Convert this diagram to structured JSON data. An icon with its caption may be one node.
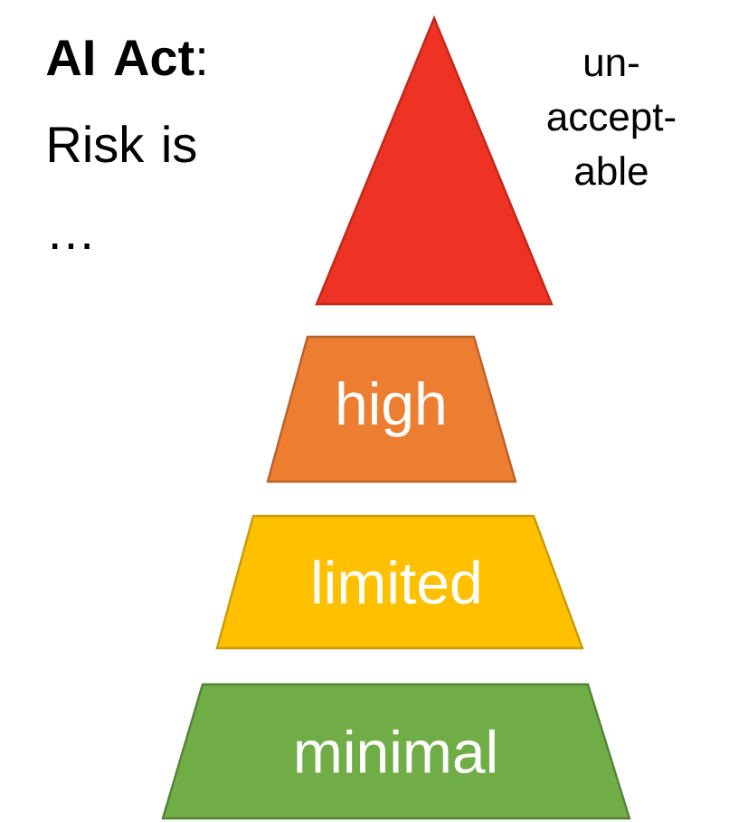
{
  "diagram": {
    "title": "**AI Act**: Risk is …",
    "nodes": [
      {
        "text": [],
        "shape": "triangle",
        "beside": [
          "un- accept- able"
        ]
      },
      {
        "text": [
          "high"
        ]
      },
      {
        "text": [
          "limited"
        ]
      },
      {
        "text": [
          "minimal"
        ]
      }
    ]
  }
}
